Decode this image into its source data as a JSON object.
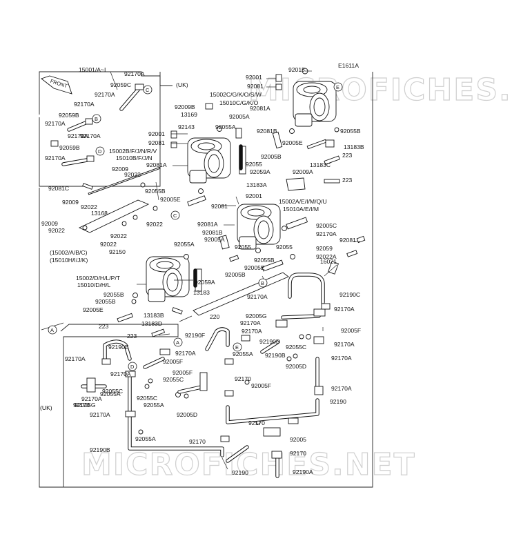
{
  "diagram": {
    "code": "E1611A",
    "front_label": "FRONT",
    "watermark": "MICROFICHES.NET",
    "uk_label_top": "(UK)",
    "uk_label_left": "(UK)",
    "circle_letters": [
      "A",
      "B",
      "C",
      "D",
      "E"
    ]
  },
  "labels": [
    {
      "t": "15001/A~I"
    },
    {
      "t": "92170A"
    },
    {
      "t": "92059C"
    },
    {
      "t": "92170A"
    },
    {
      "t": "92170A"
    },
    {
      "t": "92059B"
    },
    {
      "t": "92170A"
    },
    {
      "t": "92170A"
    },
    {
      "t": "92059B"
    },
    {
      "t": "92170A"
    },
    {
      "t": "92170A"
    },
    {
      "t": "92015"
    },
    {
      "t": "92001"
    },
    {
      "t": "92081"
    },
    {
      "t": "15002C/G/K/O/S/W"
    },
    {
      "t": "15010C/G/K/O"
    },
    {
      "t": "92081A"
    },
    {
      "t": "92009B"
    },
    {
      "t": "13169"
    },
    {
      "t": "92143"
    },
    {
      "t": "92055A"
    },
    {
      "t": "92005A"
    },
    {
      "t": "92001"
    },
    {
      "t": "92081"
    },
    {
      "t": "15002B/F/J/N/R/V"
    },
    {
      "t": "15010B/F/J/N"
    },
    {
      "t": "92081A"
    },
    {
      "t": "92081B"
    },
    {
      "t": "92055B"
    },
    {
      "t": "92005E"
    },
    {
      "t": "13183B"
    },
    {
      "t": "92005B"
    },
    {
      "t": "223"
    },
    {
      "t": "13183C"
    },
    {
      "t": "92055"
    },
    {
      "t": "92059A"
    },
    {
      "t": "92009A"
    },
    {
      "t": "223"
    },
    {
      "t": "13183A"
    },
    {
      "t": "92009"
    },
    {
      "t": "92022"
    },
    {
      "t": "92081C"
    },
    {
      "t": "92055B"
    },
    {
      "t": "92005E"
    },
    {
      "t": "92009"
    },
    {
      "t": "92022"
    },
    {
      "t": "13168"
    },
    {
      "t": "92022"
    },
    {
      "t": "92009"
    },
    {
      "t": "92022"
    },
    {
      "t": "92022"
    },
    {
      "t": "92022"
    },
    {
      "t": "92150"
    },
    {
      "t": "92001"
    },
    {
      "t": "92081"
    },
    {
      "t": "15002A/E/I/M/Q/U"
    },
    {
      "t": "15010A/E/I/M"
    },
    {
      "t": "92081A"
    },
    {
      "t": "92081B"
    },
    {
      "t": "92005A"
    },
    {
      "t": "92055A"
    },
    {
      "t": "92055"
    },
    {
      "t": "92005C"
    },
    {
      "t": "92170A"
    },
    {
      "t": "92081"
    },
    {
      "t": "92059"
    },
    {
      "t": "92022A"
    },
    {
      "t": "92055"
    },
    {
      "t": "16021"
    },
    {
      "t": "(15002/A/B/C)"
    },
    {
      "t": "(15010H/I/J/K)"
    },
    {
      "t": "92055B"
    },
    {
      "t": "92005E"
    },
    {
      "t": "15002/D/H/L/P/T"
    },
    {
      "t": "15010/D/H/L"
    },
    {
      "t": "92005B"
    },
    {
      "t": "92059A"
    },
    {
      "t": "92055B"
    },
    {
      "t": "92055B"
    },
    {
      "t": "92005E"
    },
    {
      "t": "13183"
    },
    {
      "t": "92170A"
    },
    {
      "t": "92190C"
    },
    {
      "t": "92170A"
    },
    {
      "t": "13183B"
    },
    {
      "t": "220"
    },
    {
      "t": "13183D"
    },
    {
      "t": "223"
    },
    {
      "t": "92005G"
    },
    {
      "t": "92170A"
    },
    {
      "t": "92170A"
    },
    {
      "t": "92005F"
    },
    {
      "t": "223"
    },
    {
      "t": "92190F"
    },
    {
      "t": "92190D"
    },
    {
      "t": "92055C"
    },
    {
      "t": "92170A"
    },
    {
      "t": "92190E"
    },
    {
      "t": "92170A"
    },
    {
      "t": "92170A"
    },
    {
      "t": "92005F"
    },
    {
      "t": "92055A"
    },
    {
      "t": "92190B"
    },
    {
      "t": "92170A"
    },
    {
      "t": "92005D"
    },
    {
      "t": "92170A"
    },
    {
      "t": "92005F"
    },
    {
      "t": "92055C"
    },
    {
      "t": "92055C"
    },
    {
      "t": "92055A"
    },
    {
      "t": "92170A"
    },
    {
      "t": "92170"
    },
    {
      "t": "92005F"
    },
    {
      "t": "92055C"
    },
    {
      "t": "92170A"
    },
    {
      "t": "92170"
    },
    {
      "t": "92190"
    },
    {
      "t": "92005G"
    },
    {
      "t": "92055A"
    },
    {
      "t": "92170A"
    },
    {
      "t": "92005D"
    },
    {
      "t": "92170"
    },
    {
      "t": "92055A"
    },
    {
      "t": "92170"
    },
    {
      "t": "92005"
    },
    {
      "t": "92190B"
    },
    {
      "t": "92170"
    },
    {
      "t": "92190"
    },
    {
      "t": "92190A"
    }
  ]
}
